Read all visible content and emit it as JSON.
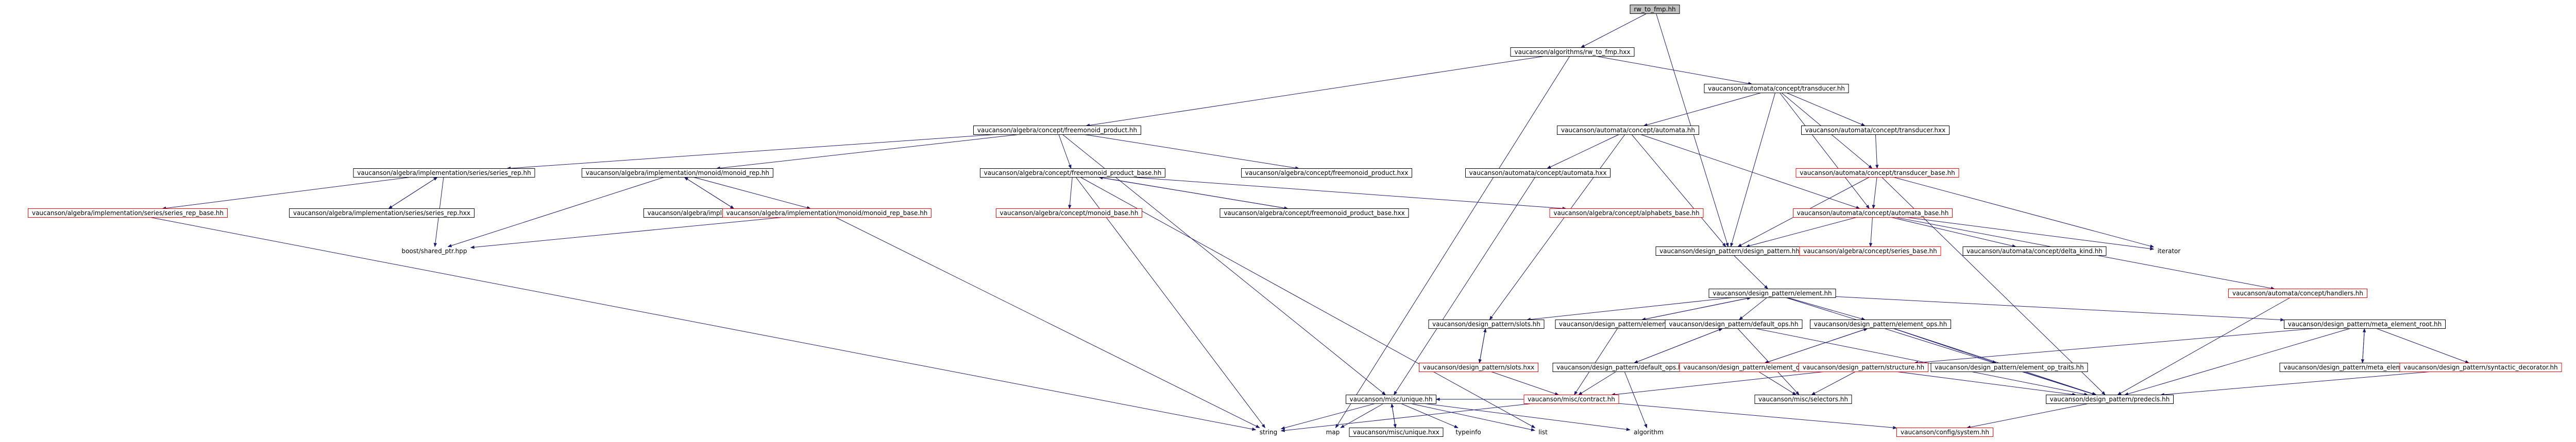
{
  "colors": {
    "edge": "#191970",
    "edge_red": "#ff0000",
    "node_border": "#000000",
    "node_border_red": "#ff0000",
    "focus_fill": "#bfbfbf",
    "text": "#000000"
  },
  "nodes": [
    {
      "id": "n0",
      "label": "rw_to_fmp.hh",
      "style": "focus"
    },
    {
      "id": "n1",
      "label": "vaucanson/algorithms/rw_to_fmp.hxx",
      "style": "box"
    },
    {
      "id": "n2",
      "label": "vaucanson/automata/concept/transducer.hh",
      "style": "box"
    },
    {
      "id": "n3",
      "label": "vaucanson/algebra/concept/freemonoid_product.hh",
      "style": "box"
    },
    {
      "id": "n4",
      "label": "vaucanson/automata/concept/automata.hh",
      "style": "box"
    },
    {
      "id": "n5",
      "label": "vaucanson/automata/concept/transducer.hxx",
      "style": "box"
    },
    {
      "id": "n6",
      "label": "vaucanson/algebra/implementation/series/series_rep.hh",
      "style": "box"
    },
    {
      "id": "n7",
      "label": "vaucanson/algebra/implementation/monoid/monoid_rep.hh",
      "style": "box"
    },
    {
      "id": "n8",
      "label": "vaucanson/algebra/concept/freemonoid_product_base.hh",
      "style": "box"
    },
    {
      "id": "n9",
      "label": "vaucanson/algebra/concept/freemonoid_product.hxx",
      "style": "box"
    },
    {
      "id": "n10",
      "label": "vaucanson/automata/concept/automata.hxx",
      "style": "box"
    },
    {
      "id": "n11",
      "label": "vaucanson/automata/concept/transducer_base.hh",
      "style": "red"
    },
    {
      "id": "n12",
      "label": "vaucanson/algebra/implementation/series/series_rep_base.hh",
      "style": "red"
    },
    {
      "id": "n13",
      "label": "vaucanson/algebra/implementation/series/series_rep.hxx",
      "style": "box"
    },
    {
      "id": "n14",
      "label": "vaucanson/algebra/implementation/monoid/monoid_rep.hxx",
      "style": "box"
    },
    {
      "id": "n15",
      "label": "vaucanson/algebra/implementation/monoid/monoid_rep_base.hh",
      "style": "red"
    },
    {
      "id": "n16",
      "label": "vaucanson/algebra/concept/monoid_base.hh",
      "style": "red"
    },
    {
      "id": "n17",
      "label": "vaucanson/algebra/concept/freemonoid_product_base.hxx",
      "style": "box"
    },
    {
      "id": "n18",
      "label": "vaucanson/algebra/concept/alphabets_base.hh",
      "style": "red"
    },
    {
      "id": "n19",
      "label": "vaucanson/automata/concept/automata_base.hh",
      "style": "red"
    },
    {
      "id": "n20",
      "label": "boost/shared_ptr.hpp",
      "style": "plain"
    },
    {
      "id": "n21",
      "label": "vaucanson/design_pattern/design_pattern.hh",
      "style": "box"
    },
    {
      "id": "n22",
      "label": "iterator",
      "style": "plain"
    },
    {
      "id": "n23",
      "label": "vaucanson/algebra/concept/series_base.hh",
      "style": "red"
    },
    {
      "id": "n24",
      "label": "vaucanson/automata/concept/delta_kind.hh",
      "style": "box"
    },
    {
      "id": "n25",
      "label": "vaucanson/automata/concept/handlers.hh",
      "style": "red"
    },
    {
      "id": "n26",
      "label": "vaucanson/design_pattern/element.hh",
      "style": "box"
    },
    {
      "id": "n27",
      "label": "vaucanson/design_pattern/slots.hh",
      "style": "box"
    },
    {
      "id": "n28",
      "label": "vaucanson/design_pattern/element.hxx",
      "style": "box"
    },
    {
      "id": "n29",
      "label": "vaucanson/design_pattern/default_ops.hh",
      "style": "box"
    },
    {
      "id": "n30",
      "label": "vaucanson/design_pattern/element_ops.hh",
      "style": "box"
    },
    {
      "id": "n31",
      "label": "vaucanson/design_pattern/meta_element_root.hh",
      "style": "box"
    },
    {
      "id": "n32",
      "label": "vaucanson/design_pattern/slots.hxx",
      "style": "red"
    },
    {
      "id": "n33",
      "label": "vaucanson/design_pattern/default_ops.hxx",
      "style": "box"
    },
    {
      "id": "n34",
      "label": "vaucanson/design_pattern/element_ops.hxx",
      "style": "red"
    },
    {
      "id": "n35",
      "label": "vaucanson/design_pattern/structure.hh",
      "style": "red"
    },
    {
      "id": "n36",
      "label": "vaucanson/design_pattern/element_op_traits.hh",
      "style": "box"
    },
    {
      "id": "n37",
      "label": "vaucanson/design_pattern/meta_element_root.hxx",
      "style": "box"
    },
    {
      "id": "n38",
      "label": "vaucanson/design_pattern/syntactic_decorator.hh",
      "style": "red"
    },
    {
      "id": "n39",
      "label": "vaucanson/misc/contract.hh",
      "style": "red"
    },
    {
      "id": "n40",
      "label": "vaucanson/misc/unique.hh",
      "style": "box"
    },
    {
      "id": "n41",
      "label": "vaucanson/misc/selectors.hh",
      "style": "box"
    },
    {
      "id": "n42",
      "label": "vaucanson/design_pattern/predecls.hh",
      "style": "box"
    },
    {
      "id": "n43",
      "label": "string",
      "style": "plain"
    },
    {
      "id": "n44",
      "label": "map",
      "style": "plain"
    },
    {
      "id": "n45",
      "label": "vaucanson/misc/unique.hxx",
      "style": "box"
    },
    {
      "id": "n46",
      "label": "typeinfo",
      "style": "plain"
    },
    {
      "id": "n47",
      "label": "list",
      "style": "plain"
    },
    {
      "id": "n48",
      "label": "algorithm",
      "style": "plain"
    },
    {
      "id": "n49",
      "label": "vaucanson/config/system.hh",
      "style": "red"
    }
  ]
}
